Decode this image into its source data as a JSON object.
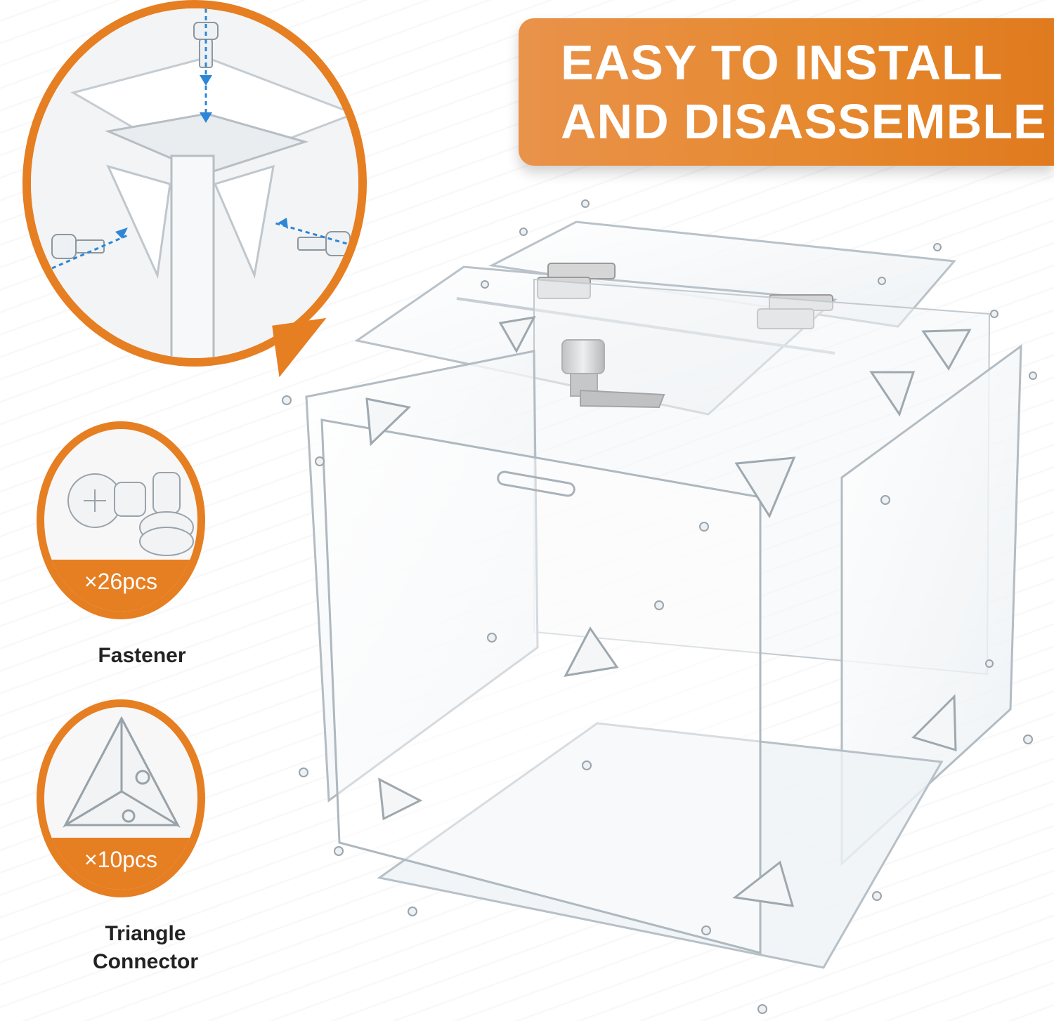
{
  "banner": {
    "line1": "EASY TO INSTALL",
    "line2": "AND DISASSEMBLE"
  },
  "parts": [
    {
      "count": "×26pcs",
      "name": "Fastener"
    },
    {
      "count": "×10pcs",
      "name_line1": "Triangle",
      "name_line2": "Connector"
    }
  ],
  "colors": {
    "accent": "#e67e22",
    "banner_text": "#ffffff",
    "caption_text": "#222222",
    "arrow": "#2d86d6"
  }
}
